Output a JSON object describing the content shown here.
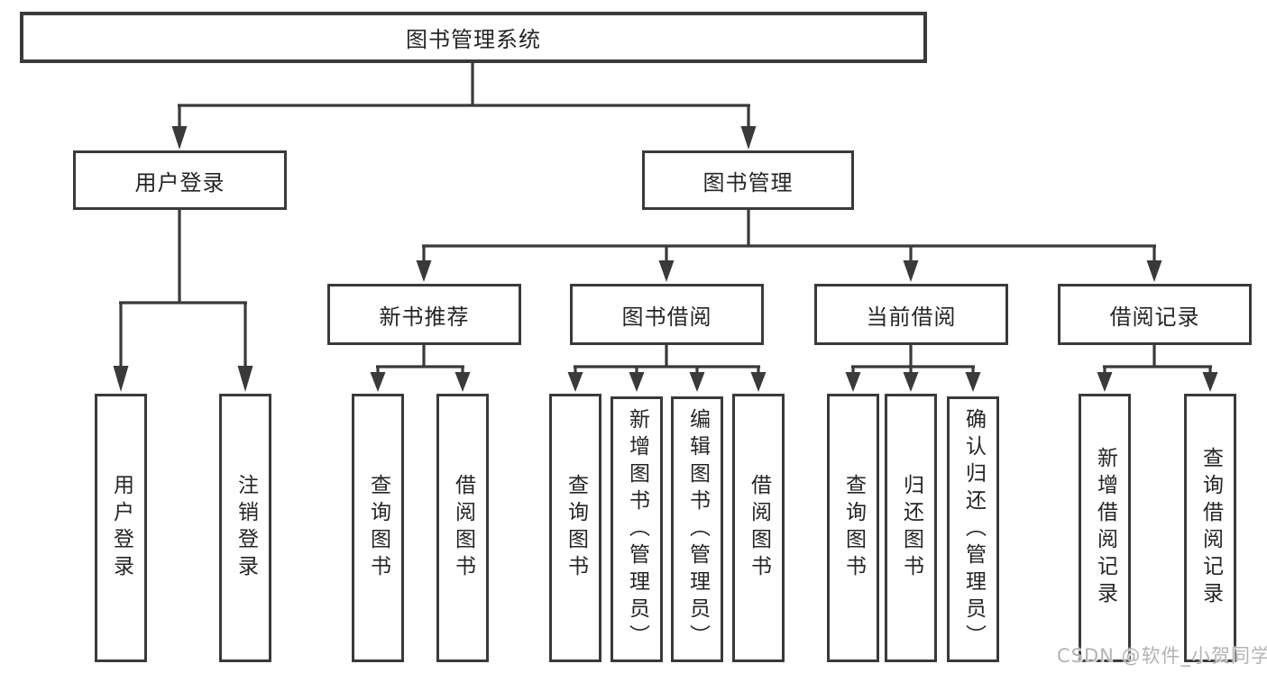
{
  "diagram": {
    "root": {
      "label": "图书管理系统",
      "children": [
        {
          "label": "用户登录",
          "children": [
            {
              "label": "用户登录"
            },
            {
              "label": "注销登录"
            }
          ]
        },
        {
          "label": "图书管理",
          "children": [
            {
              "label": "新书推荐",
              "children": [
                {
                  "label": "查询图书"
                },
                {
                  "label": "借阅图书"
                }
              ]
            },
            {
              "label": "图书借阅",
              "children": [
                {
                  "label": "查询图书"
                },
                {
                  "label": "新增图书（管理员）"
                },
                {
                  "label": "编辑图书（管理员）"
                },
                {
                  "label": "借阅图书"
                }
              ]
            },
            {
              "label": "当前借阅",
              "children": [
                {
                  "label": "查询图书"
                },
                {
                  "label": "归还图书"
                },
                {
                  "label": "确认归还（管理员）"
                }
              ]
            },
            {
              "label": "借阅记录",
              "children": [
                {
                  "label": "新增借阅记录"
                },
                {
                  "label": "查询借阅记录"
                }
              ]
            }
          ]
        }
      ]
    }
  },
  "watermark": {
    "text": "CSDN @软件_小贺同学"
  },
  "colors": {
    "line": "#3a3a3a",
    "text": "#252525",
    "background": "#ffffff",
    "watermark": "#b3b3b3"
  }
}
